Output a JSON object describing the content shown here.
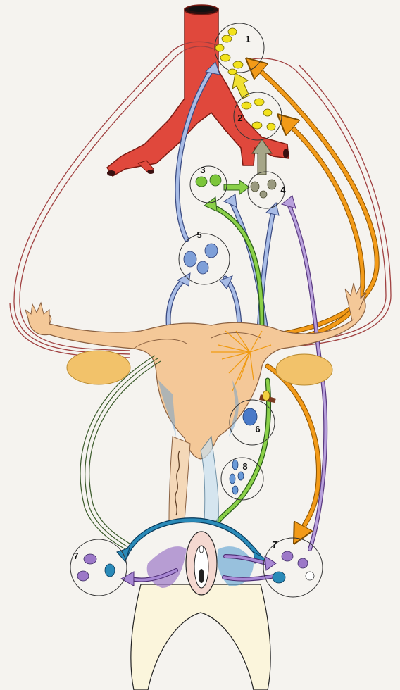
{
  "diagram": {
    "labels": {
      "n1": "1",
      "n2": "2",
      "n3": "3",
      "n4": "4",
      "n5": "5",
      "n6": "6",
      "n7_left": "7",
      "n7_right": "7",
      "n8": "8"
    },
    "colors": {
      "vessel": "#e0483c",
      "uterus": "#f4c898",
      "ovary": "#f2c26a",
      "yellow_nodes": "#f2e21c",
      "yellow_arrow": "#f0e030",
      "gray_arrow": "#9a9a80",
      "green": "#7cc63a",
      "blue": "#8aa6d8",
      "dark_blue": "#2a7ab0",
      "purple": "#9c78c8",
      "orange": "#f29a18",
      "brown_line": "#a04040",
      "dark_green_line": "#4a6a3a"
    }
  }
}
